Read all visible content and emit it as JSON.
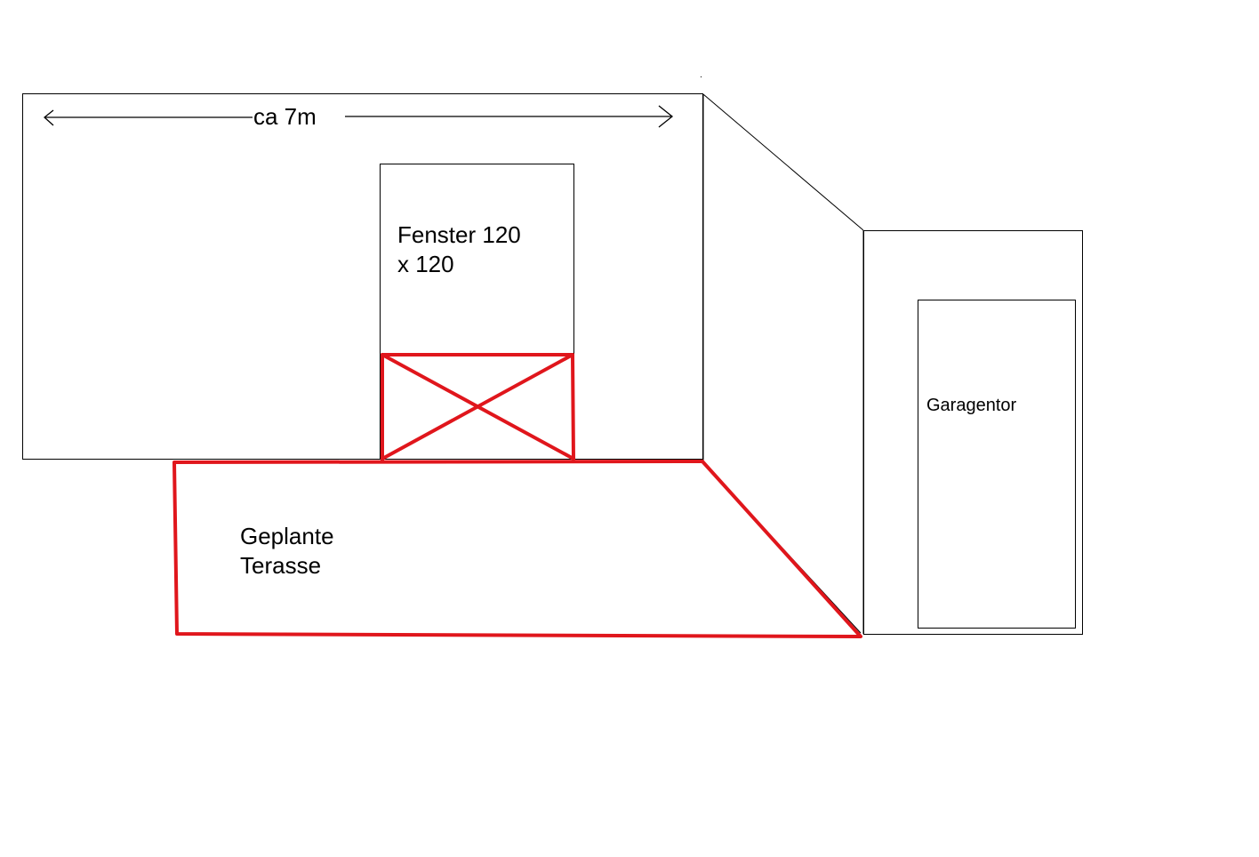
{
  "labels": {
    "dimension": "ca 7m",
    "window_line1": "Fenster 120",
    "window_line2": "x 120",
    "terrace_line1": "Geplante",
    "terrace_line2": "Terasse",
    "garage_door": "Garagentor"
  },
  "colors": {
    "outline": "#000000",
    "planned": "#e0161c",
    "background": "#ffffff"
  }
}
